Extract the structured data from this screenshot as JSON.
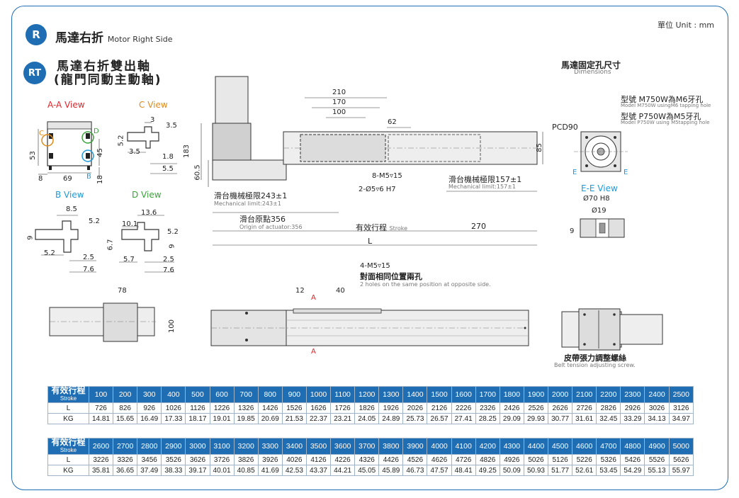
{
  "header": {
    "badge_r": "R",
    "title_cn": "馬達右折",
    "title_en": "Motor Right Side",
    "unit": "單位 Unit : mm",
    "badge_rt": "RT",
    "subtitle_line1": "馬達右折雙出軸",
    "subtitle_line2": "(龍門同動主動軸)"
  },
  "views": {
    "aa_title": "A-A View",
    "c_title": "C View",
    "b_title": "B View",
    "d_title": "D View",
    "ee_title": "E-E View",
    "aa_dims": {
      "h53": "53",
      "w69": "69",
      "w8": "8",
      "h45": "45",
      "h18": "18",
      "c": "C",
      "d": "D",
      "b": "B"
    },
    "c_dims": {
      "d3": "3",
      "d35": "3.5",
      "d52": "5.2",
      "d35b": "3.5",
      "d18": "1.8",
      "d55": "5.5"
    },
    "b_dims": {
      "d85": "8.5",
      "d52": "5.2",
      "d9": "9",
      "d52b": "5.2",
      "d25": "2.5",
      "d76": "7.6"
    },
    "d_dims": {
      "d136": "13.6",
      "d101": "10.1",
      "d52": "5.2",
      "d67": "6.7",
      "d9": "9",
      "d57": "5.7",
      "d25": "2.5",
      "d76": "7.6"
    },
    "ee_dims": {
      "d70": "Ø70 H8",
      "d19": "Ø19",
      "d9": "9"
    }
  },
  "side_view": {
    "d210": "210",
    "d170": "170",
    "d100": "100",
    "d62": "62",
    "d85": "85",
    "d183": "183",
    "d605": "60.5",
    "holes1": "8-M5▿15",
    "holes2": "2-Ø5▿6 H7",
    "mech_left_cn": "滑台機械極限243±1",
    "mech_left_en": "Mechanical limit:243±1",
    "mech_right_cn": "滑台機械極限157±1",
    "mech_right_en": "Mechanical limit:157±1",
    "origin_cn": "滑台原點356",
    "origin_en": "Origin of actuator:356",
    "stroke_cn": "有效行程",
    "stroke_en": "Stroke",
    "d270": "270",
    "L": "L"
  },
  "motor_dims": {
    "title_cn": "馬達固定孔尺寸",
    "title_en": "Dimensions",
    "m750_cn": "型號 M750W為M6牙孔",
    "m750_en": "Model M750W usingM6 tapping hole",
    "p750_cn": "型號 P750W為M5牙孔",
    "p750_en": "Model P750W using M5tapping hole",
    "pcd": "PCD90",
    "e": "E"
  },
  "top_view": {
    "d78": "78",
    "d100": "100",
    "d12": "12",
    "d40": "40",
    "a": "A",
    "holes_spec": "4-M5▿15",
    "holes_cn": "對面相同位置兩孔",
    "holes_en": "2 holes on the same position at opposite side."
  },
  "belt": {
    "cn": "皮帶張力調整螺絲",
    "en": "Belt tension adjusting screw."
  },
  "tables": [
    {
      "stroke_cn": "有效行程",
      "stroke_en": "Stroke",
      "l_label": "L",
      "kg_label": "KG",
      "strokes": [
        "100",
        "200",
        "300",
        "400",
        "500",
        "600",
        "700",
        "800",
        "900",
        "1000",
        "1100",
        "1200",
        "1300",
        "1400",
        "1500",
        "1600",
        "1700",
        "1800",
        "1900",
        "2000",
        "2100",
        "2200",
        "2300",
        "2400",
        "2500"
      ],
      "L": [
        "726",
        "826",
        "926",
        "1026",
        "1126",
        "1226",
        "1326",
        "1426",
        "1526",
        "1626",
        "1726",
        "1826",
        "1926",
        "2026",
        "2126",
        "2226",
        "2326",
        "2426",
        "2526",
        "2626",
        "2726",
        "2826",
        "2926",
        "3026",
        "3126"
      ],
      "KG": [
        "14.81",
        "15.65",
        "16.49",
        "17.33",
        "18.17",
        "19.01",
        "19.85",
        "20.69",
        "21.53",
        "22.37",
        "23.21",
        "24.05",
        "24.89",
        "25.73",
        "26.57",
        "27.41",
        "28.25",
        "29.09",
        "29.93",
        "30.77",
        "31.61",
        "32.45",
        "33.29",
        "34.13",
        "34.97"
      ]
    },
    {
      "stroke_cn": "有效行程",
      "stroke_en": "Stroke",
      "l_label": "L",
      "kg_label": "KG",
      "strokes": [
        "2600",
        "2700",
        "2800",
        "2900",
        "3000",
        "3100",
        "3200",
        "3300",
        "3400",
        "3500",
        "3600",
        "3700",
        "3800",
        "3900",
        "4000",
        "4100",
        "4200",
        "4300",
        "4400",
        "4500",
        "4600",
        "4700",
        "4800",
        "4900",
        "5000"
      ],
      "L": [
        "3226",
        "3326",
        "3456",
        "3526",
        "3626",
        "3726",
        "3826",
        "3926",
        "4026",
        "4126",
        "4226",
        "4326",
        "4426",
        "4526",
        "4626",
        "4726",
        "4826",
        "4926",
        "5026",
        "5126",
        "5226",
        "5326",
        "5426",
        "5526",
        "5626"
      ],
      "KG": [
        "35.81",
        "36.65",
        "37.49",
        "38.33",
        "39.17",
        "40.01",
        "40.85",
        "41.69",
        "42.53",
        "43.37",
        "44.21",
        "45.05",
        "45.89",
        "46.73",
        "47.57",
        "48.41",
        "49.25",
        "50.09",
        "50.93",
        "51.77",
        "52.61",
        "53.45",
        "54.29",
        "55.13",
        "55.97"
      ]
    }
  ]
}
